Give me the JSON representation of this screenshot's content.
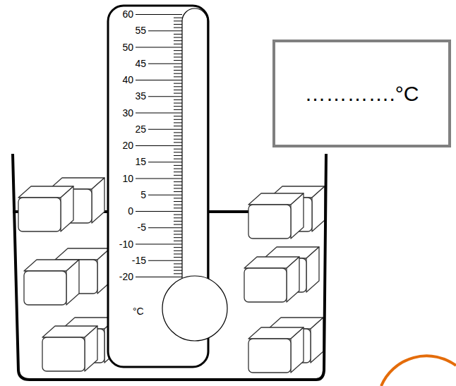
{
  "diagram": {
    "nodes": [
      {
        "text": [
          "………….°C"
        ]
      }
    ],
    "labels": [
      "60",
      "55",
      "50",
      "45",
      "40",
      "35",
      "30",
      "25",
      "20",
      "15",
      "10",
      "5",
      "0",
      "-5",
      "-10",
      "-15",
      "-20",
      "°C"
    ]
  }
}
